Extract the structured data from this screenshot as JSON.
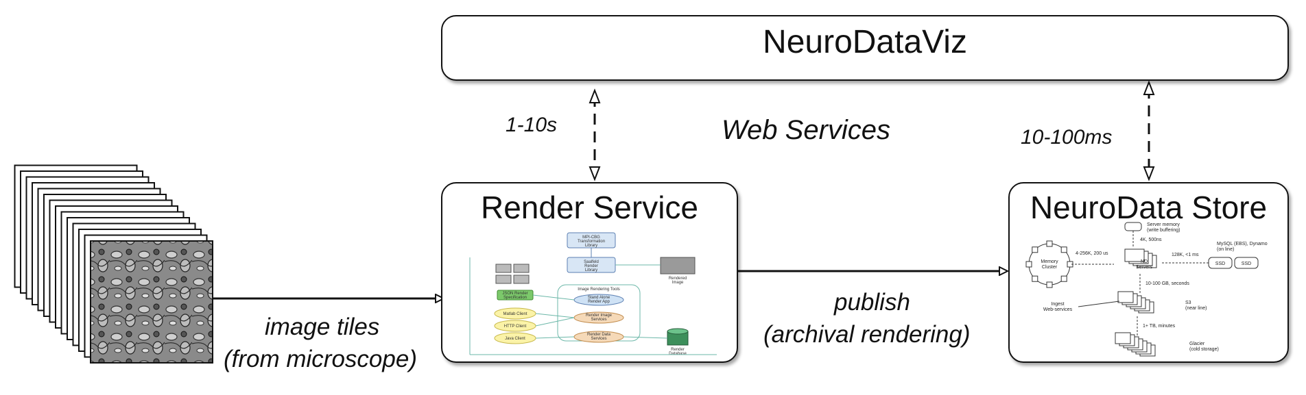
{
  "top_box": {
    "title": "NeuroDataViz"
  },
  "render_box": {
    "title": "Render Service",
    "inner_diagram": {
      "transform_library": "MPI-CBG\nTransformation\nLibrary",
      "render_library": "Saalfeld\nRender\nLibrary",
      "rendered_image": "Rendered\nImage",
      "json_spec": "JSON Render\nSpecification",
      "tools_title": "Image Rendering Tools",
      "standalone_app": "Stand Alone\nRender App",
      "image_services": "Render Image\nServices",
      "data_services": "Render Data\nServices",
      "matlab_client": "Matlab Client",
      "http_client": "HTTP Client",
      "java_client": "Java Client",
      "render_database": "Render\nDatabase"
    }
  },
  "store_box": {
    "title": "NeuroData Store",
    "inner_diagram": {
      "server_memory": "Server memory\n(write buffering)",
      "latency_4k": "4K, 500ns",
      "mysql": "MySQL (EBS), Dynamo\n(on line)",
      "memory_cluster": "Memory\nCluster",
      "cluster_rate": "4-256K, 200 us",
      "nd_servers": "ND\nServers",
      "ssd_rate": "128K, <1 ms",
      "ssd1": "SSD",
      "ssd2": "SSD",
      "s3_rate": "10-100 GB, seconds",
      "ingest": "Ingest\nWeb-services",
      "s3": "S3\n(near line)",
      "glacier_rate": "1+ TB, minutes",
      "glacier": "Glacier\n(cold storage)"
    }
  },
  "labels": {
    "latency_left": "1-10s",
    "web_services": "Web Services",
    "latency_right": "10-100ms",
    "image_tiles_line1": "image tiles",
    "image_tiles_line2": "(from microscope)",
    "publish_line1": "publish",
    "publish_line2": "(archival rendering)"
  }
}
